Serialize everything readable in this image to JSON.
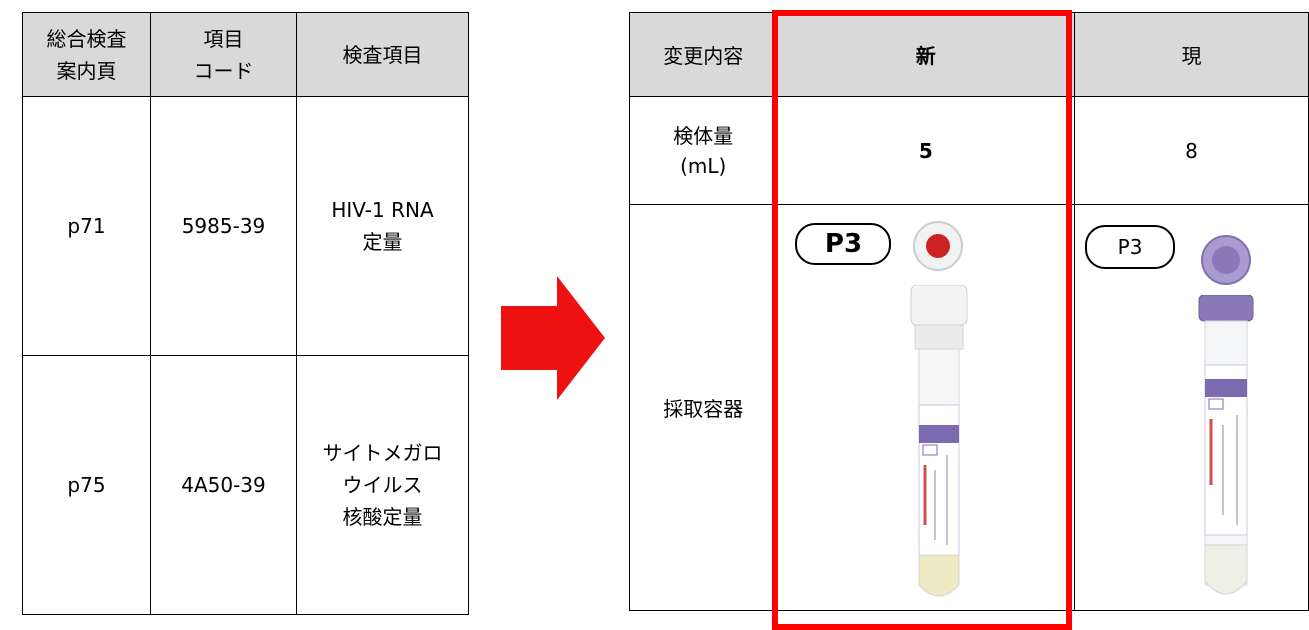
{
  "left_table": {
    "headers": [
      {
        "lines": [
          "総合検査",
          "案内頁"
        ]
      },
      {
        "lines": [
          "項目",
          "コード"
        ]
      },
      {
        "lines": [
          "検査項目"
        ]
      }
    ],
    "rows": [
      {
        "page": "p71",
        "code": "5985-39",
        "item_lines": [
          "HIV-1 RNA",
          "定量"
        ]
      },
      {
        "page": "p75",
        "code": "4A50-39",
        "item_lines": [
          "サイトメガロ",
          "ウイルス",
          "核酸定量"
        ]
      }
    ]
  },
  "right_table": {
    "headers": {
      "change": "変更内容",
      "new": "新",
      "current": "現"
    },
    "volume": {
      "label_lines": [
        "検体量",
        "(mL)"
      ],
      "new": "5",
      "current": "8"
    },
    "container": {
      "label": "採取容器",
      "new_badge": "P3",
      "current_badge": "P3"
    }
  },
  "colors": {
    "header_bg": "#d9d9d9",
    "highlight": "#ff0000",
    "arrow": "#ee1111",
    "new_cap": "#f2f2f2",
    "new_cap_center": "#cc2222",
    "current_cap": "#8a78b8",
    "label_purple": "#7d6bb0"
  },
  "icons": [
    "right-arrow-icon",
    "blood-tube-icon",
    "tube-cap-icon"
  ]
}
